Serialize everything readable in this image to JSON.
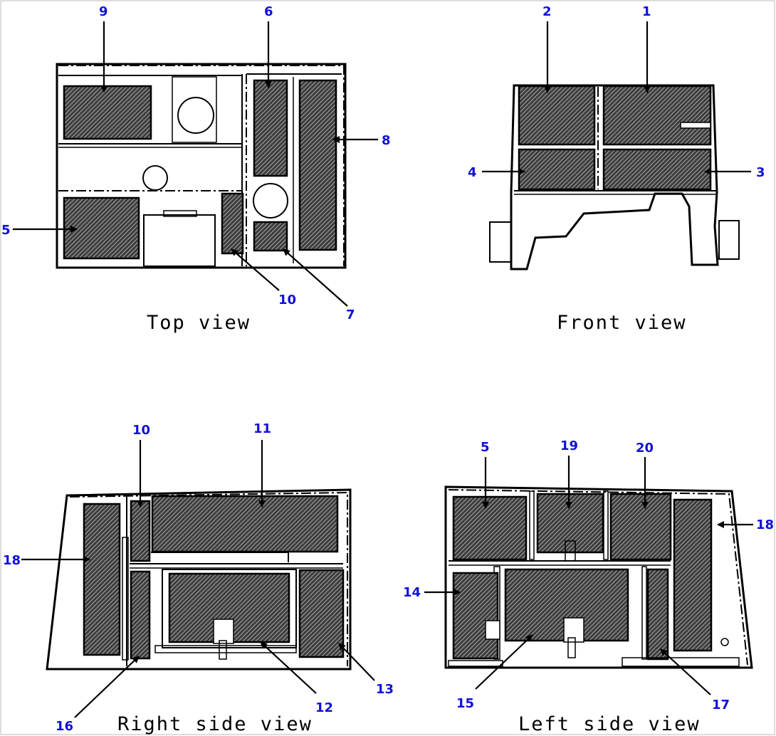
{
  "views": {
    "top": {
      "caption": "Top view"
    },
    "front": {
      "caption": "Front view"
    },
    "right": {
      "caption": "Right side view"
    },
    "left": {
      "caption": "Left side view"
    }
  },
  "callouts": {
    "top": [
      "9",
      "6",
      "8",
      "5",
      "10",
      "7"
    ],
    "front": [
      "2",
      "1",
      "4",
      "3"
    ],
    "right": [
      "10",
      "11",
      "18",
      "16",
      "12",
      "13"
    ],
    "left": [
      "5",
      "19",
      "20",
      "18",
      "14",
      "15",
      "17"
    ]
  },
  "colors": {
    "callout": "#1010d8",
    "line": "#000000",
    "pad_fill": "#4a4a4a"
  }
}
